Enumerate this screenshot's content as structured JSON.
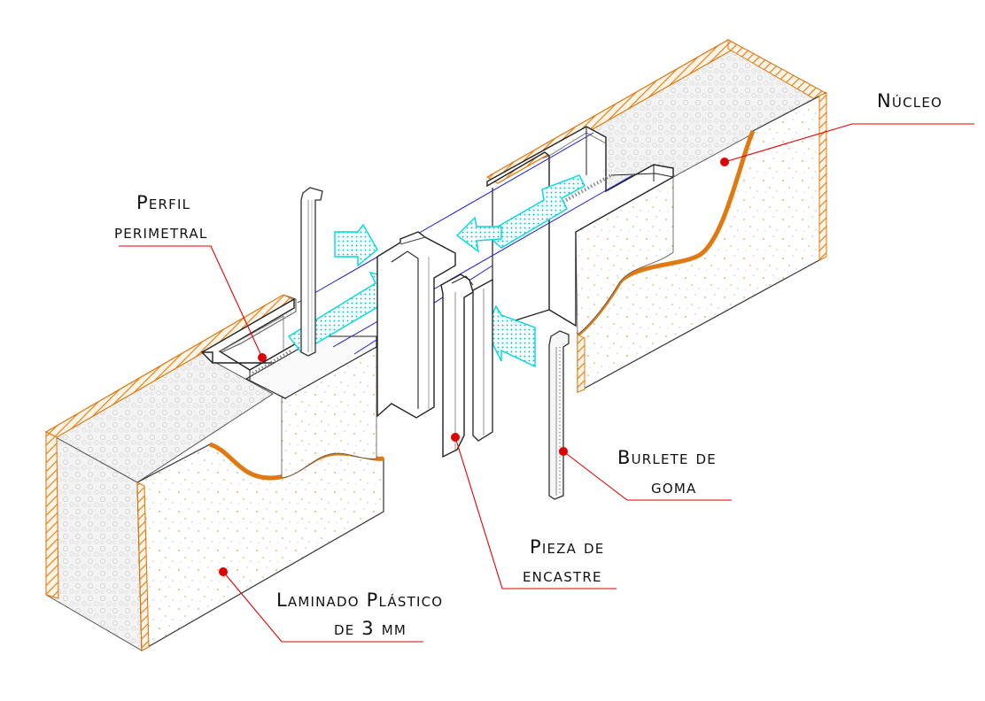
{
  "labels": {
    "nucleo": "Núcleo",
    "perfil_line1": "Perfil",
    "perfil_line2": "perimetral",
    "burlete_line1": "Burlete de",
    "burlete_line2": "goma",
    "pieza_line1": "Pieza de",
    "pieza_line2": "encastre",
    "laminado_line1": "Laminado Plástico",
    "laminado_line2": "de 3 mm"
  },
  "colors": {
    "laminate_edge": "#e07a10",
    "leader": "#e00000",
    "marker": "#e00000",
    "arrow_cyan": "#00d8e0",
    "guide_blue": "#1f1fd0",
    "line": "#222222"
  }
}
